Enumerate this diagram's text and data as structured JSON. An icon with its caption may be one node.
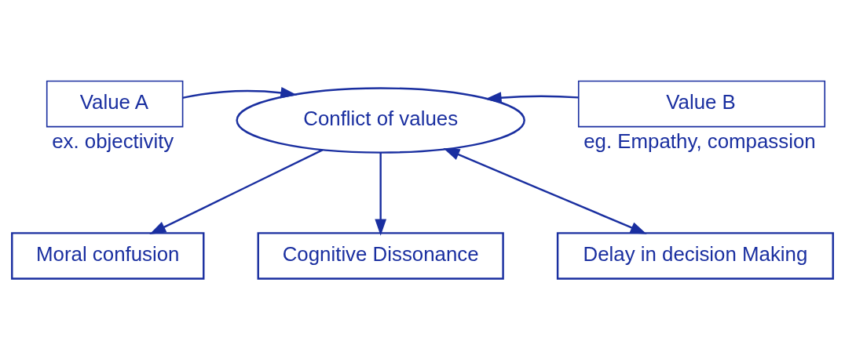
{
  "diagram": {
    "nodes": [
      {
        "text": [
          "Value A"
        ],
        "beside": [
          "ex. objectivity"
        ]
      },
      {
        "text": [
          "Conflict of values"
        ]
      },
      {
        "text": [
          "Value B"
        ],
        "beside": [
          "eg. Empathy, compassion"
        ]
      },
      {
        "text": [
          "Moral confusion"
        ]
      },
      {
        "text": [
          "Cognitive Dissonance"
        ]
      },
      {
        "text": [
          "Delay in decision Making"
        ]
      }
    ],
    "edges": [
      {
        "from": 0,
        "to": 1,
        "arrow": "to"
      },
      {
        "from": 2,
        "to": 1,
        "arrow": "to"
      },
      {
        "from": 1,
        "to": 3,
        "arrow": "to"
      },
      {
        "from": 1,
        "to": 4,
        "arrow": "to"
      },
      {
        "from": 1,
        "to": 5,
        "arrow": "both"
      }
    ]
  }
}
